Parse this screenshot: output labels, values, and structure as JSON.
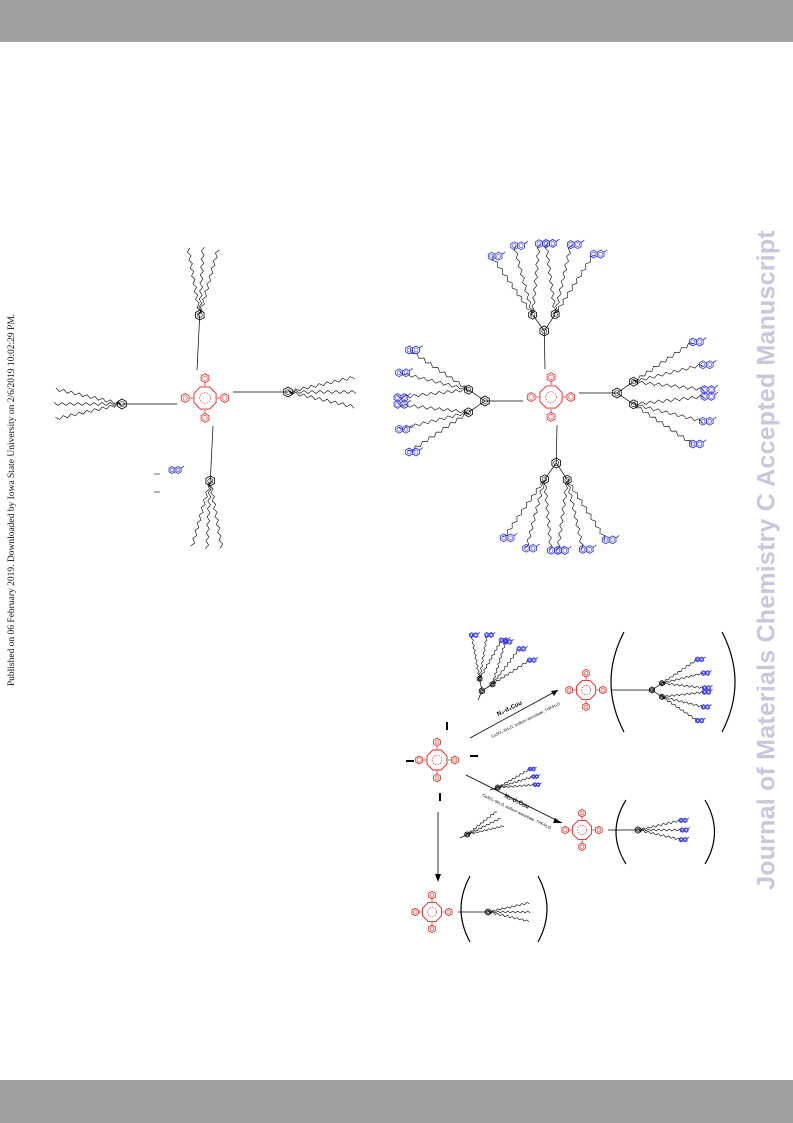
{
  "header": {
    "band_color": "#a0a0a0"
  },
  "footer": {
    "band_color": "#a0a0a0"
  },
  "side_note": {
    "text": "Published on 06 February 2019. Downloaded by Iowa State University on 2/6/2019 10:02:29 PM."
  },
  "watermark": {
    "text": "Journal of Materials Chemistry C Accepted Manuscript",
    "color": "#c7c7dd"
  },
  "colors": {
    "porphyrin": "#e02020",
    "coumarin": "#2a2ae0",
    "bond": "#000000"
  },
  "scheme": {
    "reagent_top": "N₃-d₂Cou",
    "conditions_top": "CuSO₄·5H₂O, sodium ascorbate, THF/H₂O",
    "reagent_mid": "N₃-d₁Cou",
    "conditions_mid": "CuSO₄·5H₂O, sodium ascorbate, THF/H₂O"
  },
  "icons": [
    "porphyrin-core-icon",
    "coumarin-icon",
    "benzene-ring-icon",
    "alkyl-chain-icon",
    "reaction-arrow-icon"
  ]
}
